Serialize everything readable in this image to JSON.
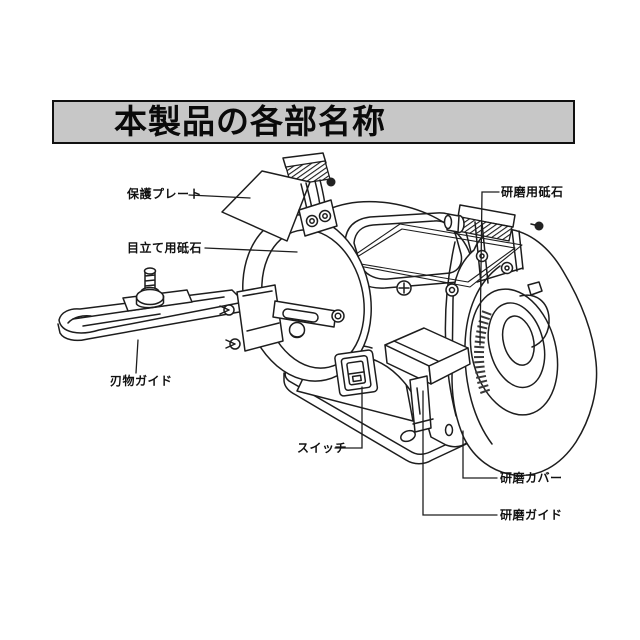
{
  "banner": {
    "title": "本製品の各部名称"
  },
  "diagram": {
    "labels": [
      {
        "id": "protection-plate",
        "text": "保護プレート"
      },
      {
        "id": "dressing-wheel",
        "text": "目立て用砥石"
      },
      {
        "id": "blade-guide",
        "text": "刃物ガイド"
      },
      {
        "id": "switch",
        "text": "スイッチ"
      },
      {
        "id": "grinding-wheel",
        "text": "研磨用砥石"
      },
      {
        "id": "grinding-cover",
        "text": "研磨カバー"
      },
      {
        "id": "grinding-guide",
        "text": "研磨ガイド"
      }
    ]
  },
  "colors": {
    "background": "#ffffff",
    "line": "#1d1d1d",
    "banner_fill": "#c7c7c7",
    "banner_border": "#111111",
    "text": "#111111"
  }
}
